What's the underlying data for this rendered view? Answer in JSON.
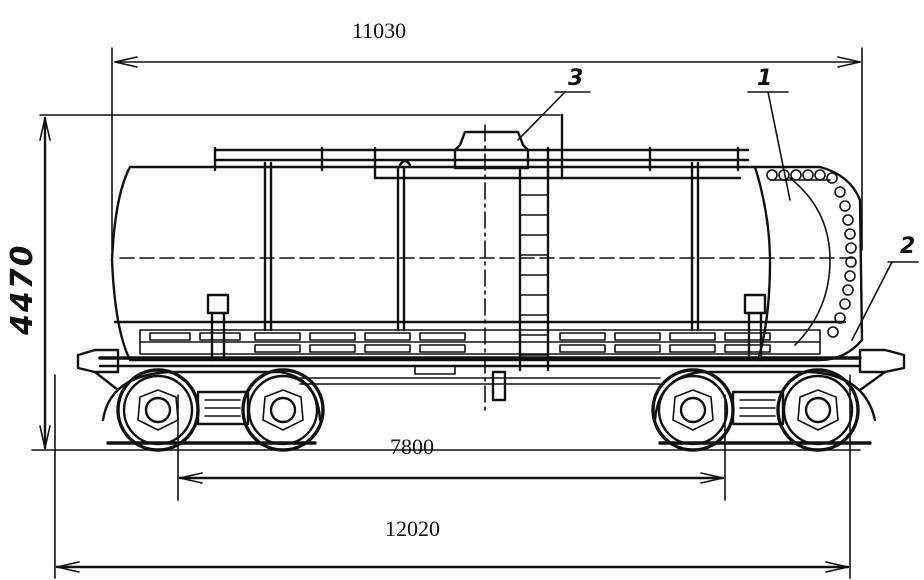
{
  "dimensions": {
    "overall_top": "11030",
    "height": "4470",
    "bogie_centers": "7800",
    "overall_bottom": "12020"
  },
  "callouts": [
    "1",
    "2",
    "3"
  ]
}
